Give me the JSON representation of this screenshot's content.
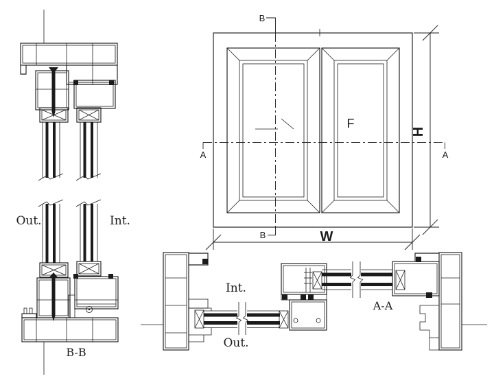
{
  "colors": {
    "background": "#ffffff",
    "line": "#1b1b1b"
  },
  "labels": {
    "section_bb": {
      "out": "Out.",
      "int": "Int.",
      "caption": "B-B"
    },
    "section_aa": {
      "int": "Int.",
      "out": "Out.",
      "caption": "A-A"
    },
    "elevation": {
      "cut_b_top": "B",
      "cut_b_bottom": "B",
      "cut_a_left": "A",
      "cut_a_right": "A",
      "fixed_panel": "F",
      "height_dim": "H",
      "width_dim": "W"
    }
  }
}
